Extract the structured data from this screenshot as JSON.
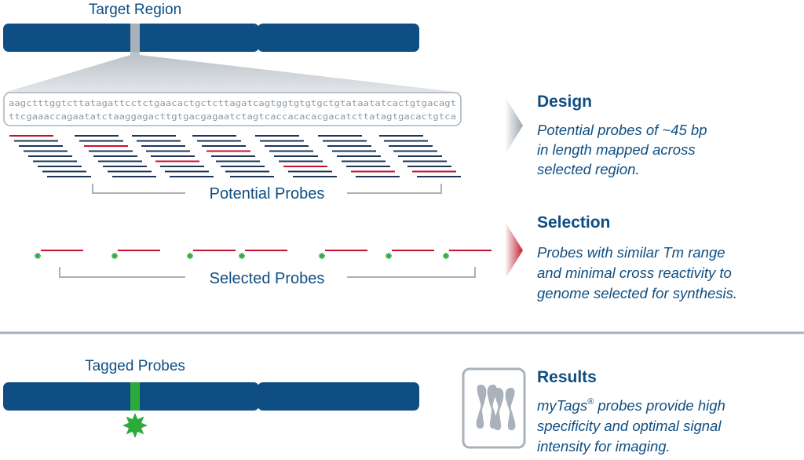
{
  "target_label": "Target Region",
  "sequence": {
    "line1": "aagctttggtcttatagattcctctgaacactgctcttagatcagtggtgtgtgctgtataatatcactgtgacagt",
    "line2": "ttcgaaaccagaatatctaaggagacttgtgacgagaatctagtcaccacacacgacatcttatagtgacactgtca"
  },
  "potential_label": "Potential Probes",
  "selected_label": "Selected Probes",
  "tagged_label": "Tagged Probes",
  "design": {
    "title": "Design",
    "lines": [
      "Potential probes of ~45 bp",
      "in length mapped across",
      "selected region."
    ]
  },
  "selection": {
    "title": "Selection",
    "lines": [
      "Probes with similar Tm range",
      "and minimal cross reactivity to",
      "genome selected for synthesis."
    ]
  },
  "results": {
    "title": "Results",
    "line1_brand": "myTags",
    "line1_sup": "®",
    "line1_rest": " probes provide high",
    "lines": [
      "specificity and optimal signal",
      "intensity for imaging."
    ]
  },
  "colors": {
    "chromosome": "#0f4e82",
    "probe_dark": "#1d3557",
    "probe_red": "#c8102e",
    "tag_green": "#2cab3c",
    "gray": "#a9b2ba"
  }
}
